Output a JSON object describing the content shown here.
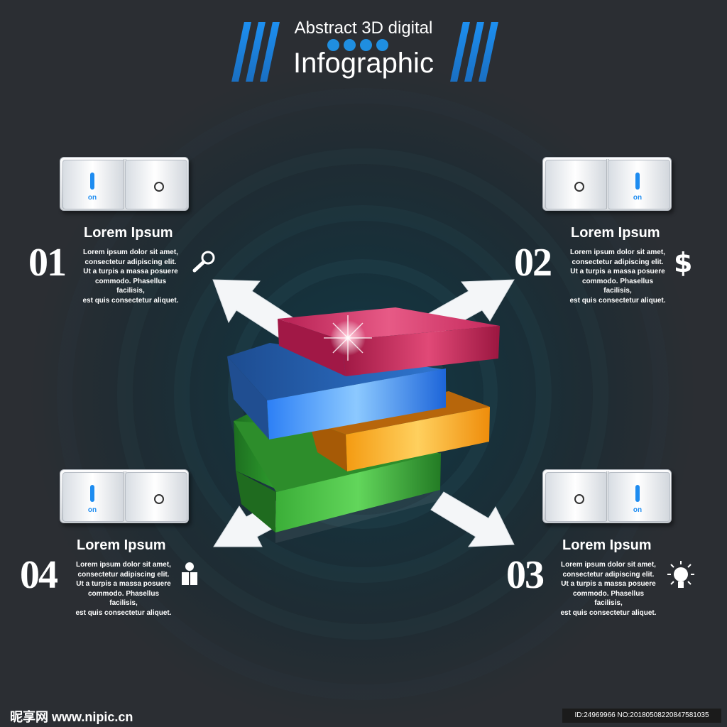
{
  "header": {
    "small_title": "Abstract 3D digital",
    "big_title": "Infographic"
  },
  "switches": {
    "on_label": "on"
  },
  "items": [
    {
      "number": "01",
      "title": "Lorem Ipsum",
      "lines": [
        "Lorem ipsum dolor sit amet,",
        "consectetur adipiscing elit.",
        "Ut a turpis a massa posuere",
        "commodo. Phasellus facilisis,",
        "est quis consectetur aliquet."
      ],
      "icon": "search-icon"
    },
    {
      "number": "02",
      "title": "Lorem Ipsum",
      "lines": [
        "Lorem ipsum dolor sit amet,",
        "consectetur adipiscing elit.",
        "Ut a turpis a massa posuere",
        "commodo. Phasellus facilisis,",
        "est quis consectetur aliquet."
      ],
      "icon": "dollar-icon",
      "icon_text": "$"
    },
    {
      "number": "03",
      "title": "Lorem Ipsum",
      "lines": [
        "Lorem ipsum dolor sit amet,",
        "consectetur adipiscing elit.",
        "Ut a turpis a massa posuere",
        "commodo. Phasellus facilisis,",
        "est quis consectetur aliquet."
      ],
      "icon": "lightbulb-icon"
    },
    {
      "number": "04",
      "title": "Lorem Ipsum",
      "lines": [
        "Lorem ipsum dolor sit amet,",
        "consectetur adipiscing elit.",
        "Ut a turpis a massa posuere",
        "commodo. Phasellus facilisis,",
        "est quis consectetur aliquet."
      ],
      "icon": "person-icon"
    }
  ],
  "colors": {
    "background": "#2b2e33",
    "accent_blue": "#1e8cf0",
    "pink": "#c92a5d",
    "blue": "#2684f5",
    "orange": "#f19a12",
    "green": "#2d8d2b"
  },
  "footer": {
    "watermark": "昵享网 www.nipic.cn",
    "id_text": "ID:24969966 NO:20180508220847581035"
  }
}
